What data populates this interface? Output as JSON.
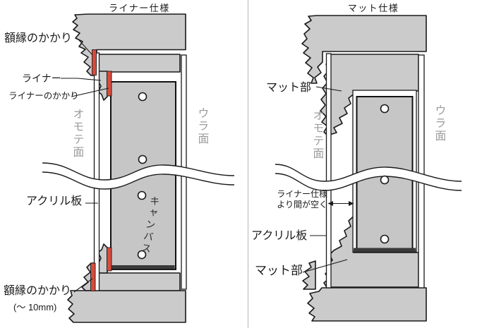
{
  "colors": {
    "accent_red": "#d94b3c",
    "frame_gray": "#cbcbcb",
    "canvas_gray": "#c6c6c6",
    "dark_bar": "#3a3a3a",
    "muted_label_gray": "#9b9b9b"
  },
  "left_panel": {
    "title": "ライナー仕様",
    "labels": {
      "frame_lip_top": "額縁のかかり",
      "liner": "ライナー",
      "liner_lip": "ライナーのかかり",
      "front_side": "オモテ面",
      "back_side": "ウラ面",
      "acrylic": "アクリル板",
      "canvas": "キャンバス",
      "frame_lip_bottom": "額縁のかかり",
      "frame_lip_note": "(〜 10mm)"
    }
  },
  "right_panel": {
    "title": "マット仕様",
    "labels": {
      "mat_top": "マット部",
      "front_side": "オモテ面",
      "back_side": "ウラ面",
      "gap_note_line1": "ライナー仕様",
      "gap_note_line2": "より間が空く",
      "acrylic": "アクリル板",
      "mat_bottom": "マット部"
    }
  }
}
